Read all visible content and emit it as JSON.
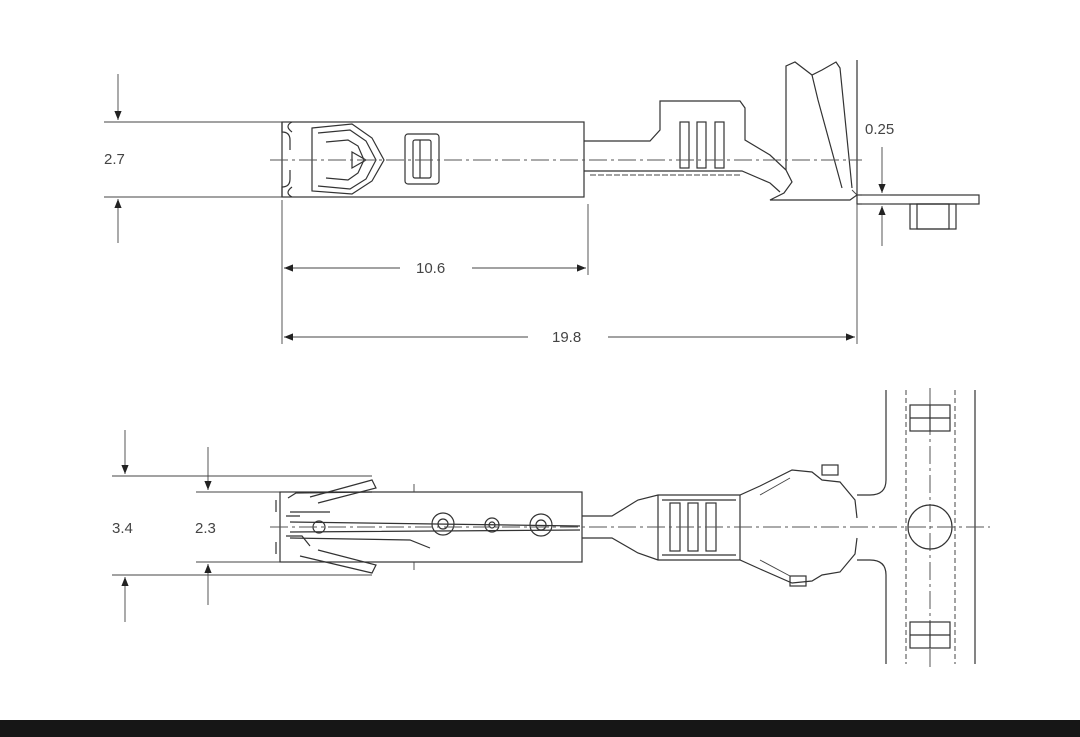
{
  "dimensions": {
    "side_height": "2.7",
    "inner_length": "10.6",
    "total_length": "19.8",
    "thickness": "0.25",
    "top_width_outer": "3.4",
    "top_width_inner": "2.3"
  },
  "colors": {
    "line": "#333333",
    "background": "#ffffff",
    "bottom_bar": "#161616"
  }
}
